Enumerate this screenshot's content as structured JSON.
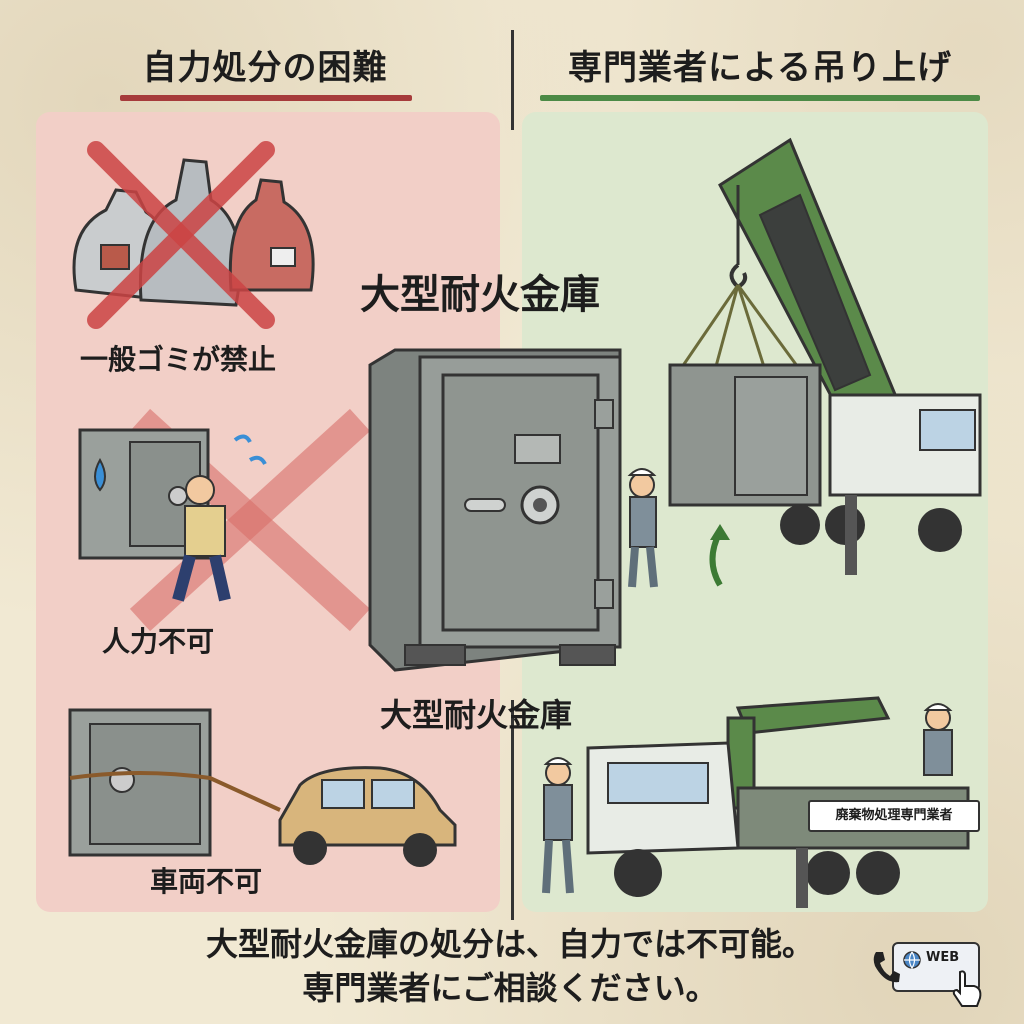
{
  "headers": {
    "left_title": "自力処分の困難",
    "right_title": "専門業者による吊り上げ"
  },
  "labels": {
    "garbage": "一般ゴミが禁止",
    "human": "人力不可",
    "vehicle": "車両不可",
    "safe_top": "大型耐火金庫",
    "safe_bottom": "大型耐火金庫"
  },
  "truck_sign": "廃棄物処理専門業者",
  "footer": {
    "line1": "大型耐火金庫の処分は、自力では不可能。",
    "line2": "専門業者にご相談ください。"
  },
  "web_button": {
    "label": "WEB"
  },
  "icons": [
    "phone-icon",
    "globe-icon",
    "pointer-hand-icon",
    "cross-mark-icon",
    "hook-icon",
    "arrow-up-icon"
  ],
  "colors": {
    "left_accent": "#a63b3b",
    "right_accent": "#4c8a46",
    "left_panel": "#f2cfc7",
    "right_panel": "#dde8cf",
    "safe_gray": "#8f9590",
    "crane_green": "#5b8a4a"
  }
}
